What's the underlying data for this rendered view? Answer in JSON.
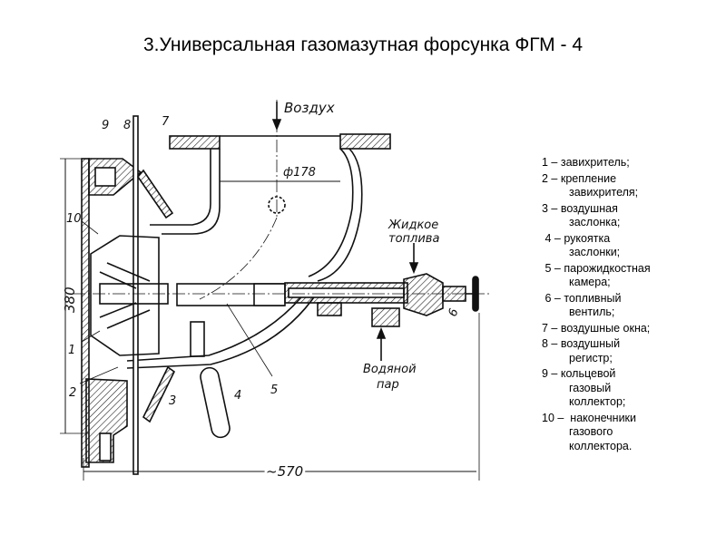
{
  "slide": {
    "title": "3.Универсальная газомазутная форсунка ФГМ - 4"
  },
  "diagram": {
    "labels": {
      "air": "Воздух",
      "diameter": "ф178",
      "liquid_fuel_1": "Жидкое",
      "liquid_fuel_2": "топлива",
      "steam_1": "Водяной",
      "steam_2": "пар",
      "height_dim": "380",
      "length_dim": "~570",
      "n1": "1",
      "n2": "2",
      "n3": "3",
      "n4": "4",
      "n5": "5",
      "n6": "6",
      "n7": "7",
      "n8": "8",
      "n9": "9",
      "n10": "10"
    }
  },
  "legend": [
    {
      "num": "1 –",
      "lines": [
        "завихритель;"
      ]
    },
    {
      "num": "2 –",
      "lines": [
        "крепление",
        "завихрителя;"
      ]
    },
    {
      "num": "3 –",
      "lines": [
        "воздушная",
        "заслонка;"
      ]
    },
    {
      "num": " 4 –",
      "lines": [
        "рукоятка",
        "заслонки;"
      ]
    },
    {
      "num": " 5 –",
      "lines": [
        "парожидкостная",
        "камера;"
      ]
    },
    {
      "num": " 6 –",
      "lines": [
        "топливный",
        "вентиль;"
      ]
    },
    {
      "num": "7 –",
      "lines": [
        "воздушные окна;"
      ]
    },
    {
      "num": "8 –",
      "lines": [
        "воздушный",
        "регистр;"
      ]
    },
    {
      "num": "9 –",
      "lines": [
        "кольцевой",
        "газовый",
        "коллектор;"
      ]
    },
    {
      "num": "10 –",
      "lines": [
        " наконечники",
        "газового",
        "коллектора."
      ]
    }
  ]
}
